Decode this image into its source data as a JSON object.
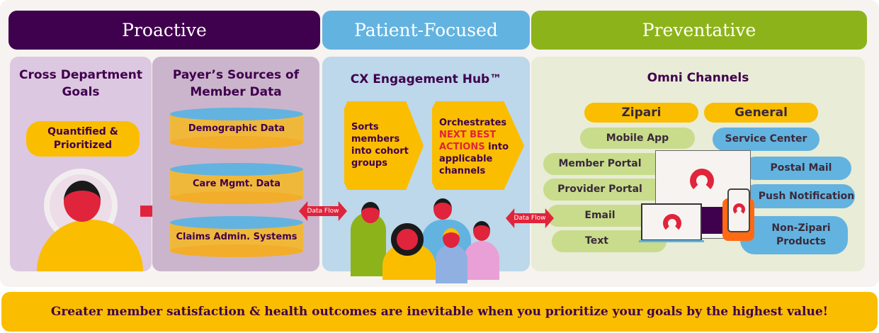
{
  "headers": {
    "proactive": "Proactive",
    "patient_focused": "Patient-Focused",
    "preventative": "Preventative"
  },
  "goals": {
    "title": "Cross Department Goals",
    "badge": "Quantified & Prioritized"
  },
  "sources": {
    "title": "Payer’s Sources of Member Data",
    "items": [
      "Demographic Data",
      "Care Mgmt. Data",
      "Claims Admin. Systems"
    ]
  },
  "hub": {
    "title": "CX Engagement Hub™",
    "step1": "Sorts members into cohort groups",
    "step2_pre": "Orchestrates",
    "step2_highlight": "NEXT BEST ACTIONS",
    "step2_post": "into applicable channels"
  },
  "flow": {
    "left": "Data Flow",
    "right": "Data Flow"
  },
  "omni": {
    "title": "Omni Channels",
    "zipari_label": "Zipari",
    "general_label": "General",
    "zipari": [
      "Mobile App",
      "Member Portal",
      "Provider Portal",
      "Email",
      "Text"
    ],
    "general": [
      "Service Center",
      "Postal Mail",
      "Push Notification",
      "Non-Zipari Products"
    ]
  },
  "banner": "Greater member satisfaction & health outcomes are inevitable when you prioritize your goals by the highest value!",
  "colors": {
    "purple": "#3f004d",
    "blue": "#63b3e0",
    "green": "#8db31a",
    "yellow": "#fbbd00",
    "red": "#e0243c"
  }
}
